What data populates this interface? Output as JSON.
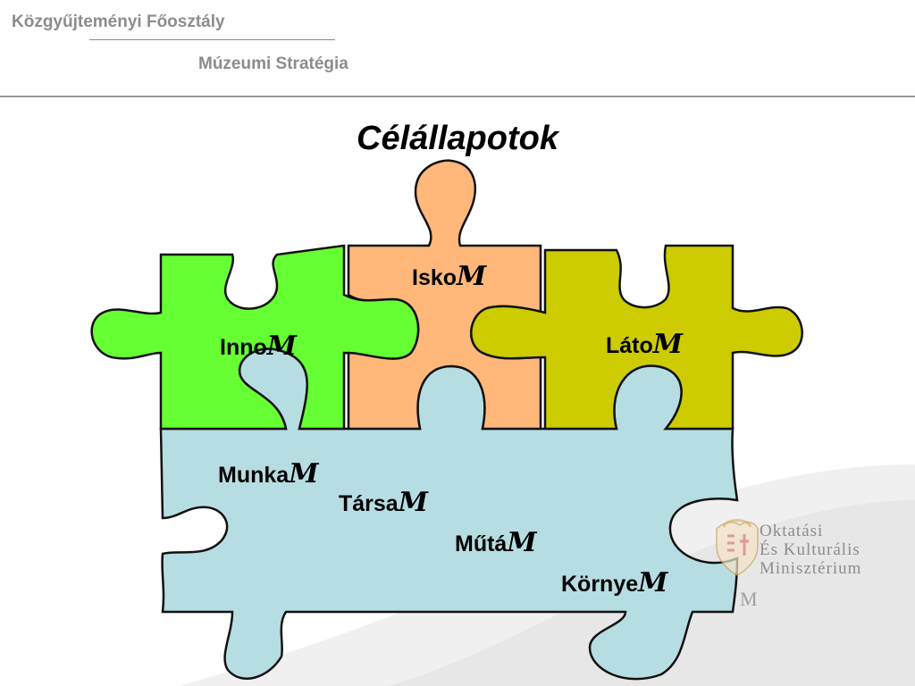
{
  "header": {
    "department": "Közgyűjteményi Főosztály",
    "subtitle": "Múzeumi Stratégia"
  },
  "slide": {
    "title": "Célállapotok"
  },
  "puzzle": {
    "mark": "M",
    "pieces": [
      {
        "id": "innom",
        "label": "Inno",
        "color": "#66ff33"
      },
      {
        "id": "iskom",
        "label": "Isko",
        "color": "#ffb87a"
      },
      {
        "id": "latom",
        "label": "Láto",
        "color": "#cccc00"
      },
      {
        "id": "base",
        "label": "",
        "color": "#b6dde2"
      }
    ],
    "base_labels": [
      {
        "id": "munkam",
        "label": "Munka"
      },
      {
        "id": "tarsam",
        "label": "Társa"
      },
      {
        "id": "mutam",
        "label": "Műtá"
      },
      {
        "id": "kornyem",
        "label": "Környe"
      }
    ]
  },
  "logo": {
    "line1": "Oktatási",
    "line2": "És Kulturális",
    "line3": "Minisztérium",
    "abbrev": "M"
  }
}
